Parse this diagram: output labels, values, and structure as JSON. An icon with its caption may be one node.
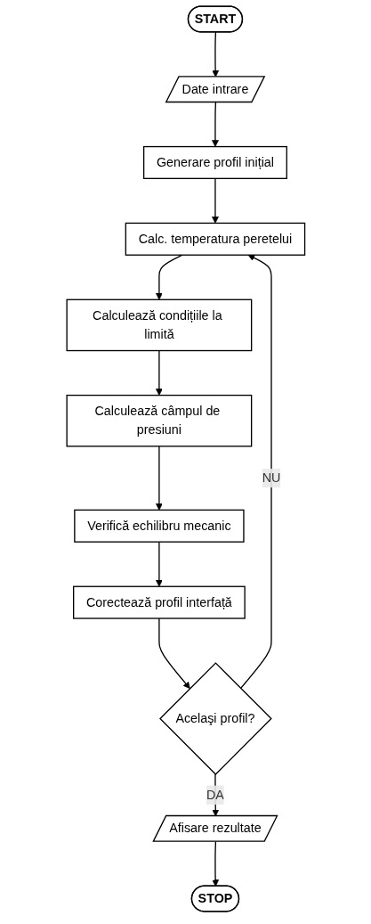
{
  "diagram": {
    "nodes": [
      {
        "text": [
          "START"
        ]
      },
      {
        "text": [
          "Date intrare"
        ]
      },
      {
        "text": [
          "Generare profil inițial"
        ]
      },
      {
        "text": [
          "Calc. temperatura peretelui"
        ]
      },
      {
        "text": [
          "Calculează condițiile la limită"
        ]
      },
      {
        "text": [
          "Calculează câmpul de presiuni"
        ]
      },
      {
        "text": [
          "Verifică echilibru mecanic"
        ]
      },
      {
        "text": [
          "Corectează profil interfață"
        ]
      },
      {
        "text": [
          "Acelaşi profil?"
        ]
      },
      {
        "text": [
          "Afisare rezultate"
        ]
      },
      {
        "text": [
          "STOP"
        ]
      }
    ],
    "edges": [
      {
        "from": 0,
        "to": 1,
        "arrow": "to"
      },
      {
        "from": 1,
        "to": 2,
        "arrow": "to"
      },
      {
        "from": 2,
        "to": 3,
        "arrow": "to"
      },
      {
        "from": 3,
        "to": 4,
        "arrow": "to"
      },
      {
        "from": 4,
        "to": 5,
        "arrow": "to"
      },
      {
        "from": 5,
        "to": 6,
        "arrow": "to"
      },
      {
        "from": 6,
        "to": 7,
        "arrow": "to"
      },
      {
        "from": 7,
        "to": 8,
        "arrow": "to"
      },
      {
        "from": 8,
        "to": 9,
        "label": "DA",
        "arrow": "to"
      },
      {
        "from": 8,
        "to": 3,
        "label": "NU",
        "arrow": "to"
      },
      {
        "from": 9,
        "to": 10,
        "arrow": "to"
      }
    ]
  }
}
